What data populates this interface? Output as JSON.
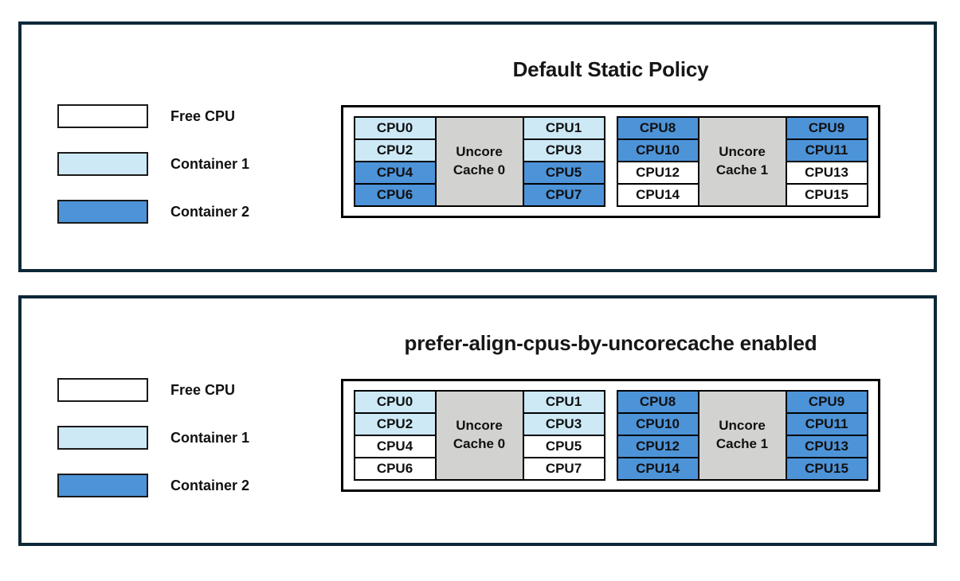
{
  "colors": {
    "free": "#ffffff",
    "container1": "#cde9f6",
    "container2": "#4d93d8",
    "uncore_bg": "#d2d2d0",
    "panel_border": "#0c2737"
  },
  "legend": {
    "items": [
      {
        "label": "Free CPU",
        "state": "free"
      },
      {
        "label": "Container 1",
        "state": "container1"
      },
      {
        "label": "Container 2",
        "state": "container2"
      }
    ]
  },
  "panels": [
    {
      "title": "Default Static Policy",
      "groups": [
        {
          "uncore_label": "Uncore Cache 0",
          "left": [
            {
              "label": "CPU0",
              "state": "container1"
            },
            {
              "label": "CPU2",
              "state": "container1"
            },
            {
              "label": "CPU4",
              "state": "container2"
            },
            {
              "label": "CPU6",
              "state": "container2"
            }
          ],
          "right": [
            {
              "label": "CPU1",
              "state": "container1"
            },
            {
              "label": "CPU3",
              "state": "container1"
            },
            {
              "label": "CPU5",
              "state": "container2"
            },
            {
              "label": "CPU7",
              "state": "container2"
            }
          ]
        },
        {
          "uncore_label": "Uncore Cache 1",
          "left": [
            {
              "label": "CPU8",
              "state": "container2"
            },
            {
              "label": "CPU10",
              "state": "container2"
            },
            {
              "label": "CPU12",
              "state": "free"
            },
            {
              "label": "CPU14",
              "state": "free"
            }
          ],
          "right": [
            {
              "label": "CPU9",
              "state": "container2"
            },
            {
              "label": "CPU11",
              "state": "container2"
            },
            {
              "label": "CPU13",
              "state": "free"
            },
            {
              "label": "CPU15",
              "state": "free"
            }
          ]
        }
      ]
    },
    {
      "title": "prefer-align-cpus-by-uncorecache enabled",
      "groups": [
        {
          "uncore_label": "Uncore Cache 0",
          "left": [
            {
              "label": "CPU0",
              "state": "container1"
            },
            {
              "label": "CPU2",
              "state": "container1"
            },
            {
              "label": "CPU4",
              "state": "free"
            },
            {
              "label": "CPU6",
              "state": "free"
            }
          ],
          "right": [
            {
              "label": "CPU1",
              "state": "container1"
            },
            {
              "label": "CPU3",
              "state": "container1"
            },
            {
              "label": "CPU5",
              "state": "free"
            },
            {
              "label": "CPU7",
              "state": "free"
            }
          ]
        },
        {
          "uncore_label": "Uncore Cache 1",
          "left": [
            {
              "label": "CPU8",
              "state": "container2"
            },
            {
              "label": "CPU10",
              "state": "container2"
            },
            {
              "label": "CPU12",
              "state": "container2"
            },
            {
              "label": "CPU14",
              "state": "container2"
            }
          ],
          "right": [
            {
              "label": "CPU9",
              "state": "container2"
            },
            {
              "label": "CPU11",
              "state": "container2"
            },
            {
              "label": "CPU13",
              "state": "container2"
            },
            {
              "label": "CPU15",
              "state": "container2"
            }
          ]
        }
      ]
    }
  ]
}
